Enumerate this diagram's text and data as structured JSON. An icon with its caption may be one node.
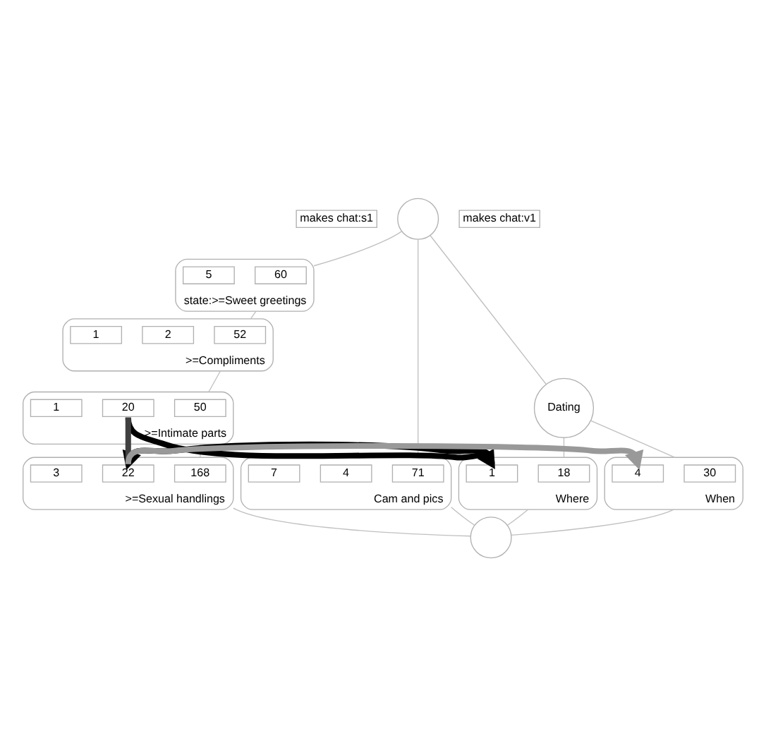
{
  "diagram": {
    "nodes": [
      {
        "text": [],
        "shape": "circle",
        "beside": [
          "makes chat:s1",
          "makes chat:v1"
        ]
      },
      {
        "text": [
          "state:>=Sweet greetings"
        ]
      },
      {
        "text": [
          "60"
        ],
        "in": 1
      },
      {
        "text": [
          "5"
        ],
        "in": 1
      },
      {
        "text": [
          ">=Compliments"
        ]
      },
      {
        "text": [
          "52"
        ],
        "in": 4
      },
      {
        "text": [
          "2"
        ],
        "in": 4
      },
      {
        "text": [
          "1"
        ],
        "in": 4
      },
      {
        "text": [
          "Cam and pics"
        ]
      },
      {
        "text": [
          "71"
        ],
        "in": 8
      },
      {
        "text": [
          "4"
        ],
        "in": 8
      },
      {
        "text": [
          "7"
        ],
        "in": 8
      },
      {
        "text": [
          ">=Intimate parts"
        ]
      },
      {
        "text": [
          "50"
        ],
        "in": 12
      },
      {
        "text": [
          "20"
        ],
        "in": 12
      },
      {
        "text": [
          "1"
        ],
        "in": 12
      },
      {
        "text": [
          "Dating"
        ]
      },
      {
        "text": [
          "When"
        ]
      },
      {
        "text": [
          "30"
        ],
        "in": 17
      },
      {
        "text": [
          "4"
        ],
        "in": 17
      },
      {
        "text": [
          "Where"
        ]
      },
      {
        "text": [
          "18"
        ],
        "in": 20
      },
      {
        "text": [
          "1"
        ],
        "in": 20
      },
      {
        "text": [
          ">=Sexual handlings"
        ]
      },
      {
        "text": [
          "168"
        ],
        "in": 23
      },
      {
        "text": [
          "22"
        ],
        "in": 23
      },
      {
        "text": [
          "3"
        ],
        "in": 23
      },
      {
        "text": [],
        "shape": "circle"
      }
    ],
    "edges": [
      {
        "from": 0,
        "to": 1,
        "arrow": "none"
      },
      {
        "from": 1,
        "to": 4,
        "arrow": "none"
      },
      {
        "from": 4,
        "to": 12,
        "arrow": "none"
      },
      {
        "from": 12,
        "to": 23,
        "arrow": "none"
      },
      {
        "from": 23,
        "to": 27,
        "arrow": "none"
      },
      {
        "from": 0,
        "to": 8,
        "arrow": "none"
      },
      {
        "from": 8,
        "to": 27,
        "arrow": "none"
      },
      {
        "from": 0,
        "to": 16,
        "arrow": "none"
      },
      {
        "from": 16,
        "to": 20,
        "arrow": "none"
      },
      {
        "from": 16,
        "to": 17,
        "arrow": "none"
      },
      {
        "from": 17,
        "to": 27,
        "arrow": "none"
      },
      {
        "from": 20,
        "to": 27,
        "arrow": "none"
      },
      {
        "from": 14,
        "to": 22,
        "arrow": "to",
        "style": "thick",
        "color": "#000000"
      },
      {
        "from": 22,
        "to": 25,
        "arrow": "to",
        "style": "thick",
        "color": "#000000"
      },
      {
        "from": 25,
        "to": 19,
        "arrow": "to",
        "style": "thick",
        "color": "#999999"
      },
      {
        "from": 25,
        "to": 14,
        "arrow": "none",
        "style": "thick",
        "color": "#404040"
      }
    ]
  }
}
